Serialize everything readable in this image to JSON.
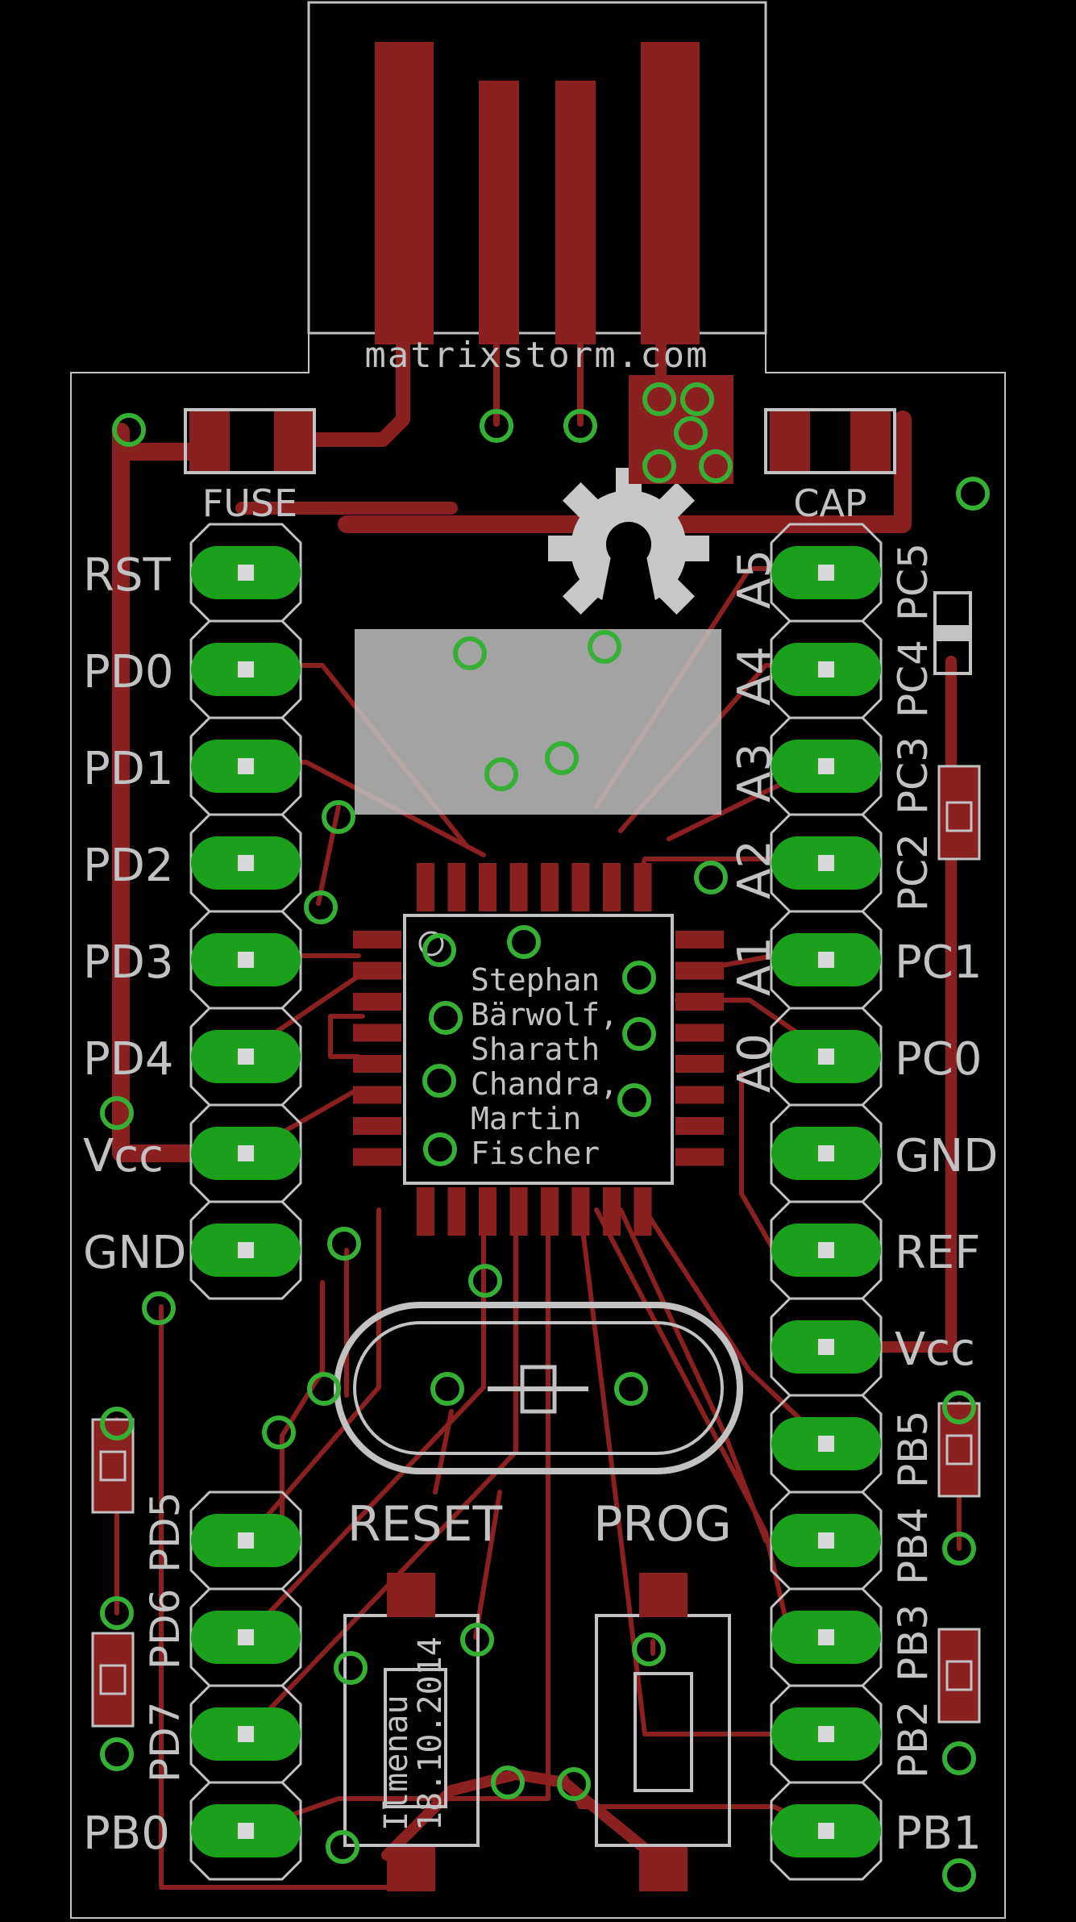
{
  "board": {
    "website": "matrixstorm.com",
    "authors": [
      "Stephan",
      "Bärwolf,",
      "Sharath",
      "Chandra,",
      "Martin",
      "Fischer"
    ],
    "date_lines": [
      "Ilmenau",
      "18.10.2014"
    ],
    "parts": {
      "fuse": "FUSE",
      "cap": "CAP",
      "reset": "RESET",
      "prog": "PROG"
    },
    "left_header": [
      "RST",
      "PD0",
      "PD1",
      "PD2",
      "PD3",
      "PD4",
      "Vcc",
      "GND"
    ],
    "left_lower": [
      "PB0"
    ],
    "left_vertical": [
      "PD5",
      "PD6",
      "PD7"
    ],
    "right_analog": [
      "A5",
      "A4",
      "A3",
      "A2",
      "A1",
      "A0"
    ],
    "right_vertical_top": [
      "PC5",
      "PC4",
      "PC3",
      "PC2"
    ],
    "right_header": [
      "PC1",
      "PC0",
      "GND",
      "REF",
      "Vcc"
    ],
    "right_vertical_bottom": [
      "PB5",
      "PB4",
      "PB3",
      "PB2"
    ],
    "right_lower": [
      "PB1"
    ]
  },
  "colors": {
    "background": "#000000",
    "copper": "#8a2020",
    "pad": "#1aa01a",
    "via": "#35b035",
    "silk": "#c2c2c2"
  }
}
